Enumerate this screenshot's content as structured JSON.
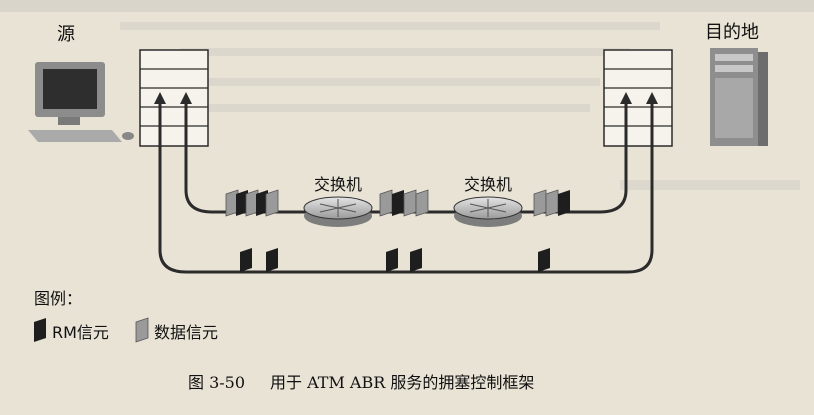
{
  "labels": {
    "source": "源",
    "destination": "目的地",
    "switch_1": "交换机",
    "switch_2": "交换机",
    "legend_title": "图例：",
    "legend_rm": "RM信元",
    "legend_data": "数据信元"
  },
  "caption": {
    "figure_number": "图 3-50",
    "title": "用于 ATM ABR 服务的拥塞控制框架"
  },
  "colors": {
    "background": "#e9e3d6",
    "line": "#2b2b2b",
    "rm_cell": "#1e1e1e",
    "data_cell": "#9a9a9a",
    "switch_fill": "#bdbdbd"
  },
  "icons": [
    "computer-icon",
    "server-tower-icon",
    "protocol-stack-icon",
    "atm-switch-icon",
    "rm-cell-icon",
    "data-cell-icon",
    "arrow-up-icon"
  ]
}
